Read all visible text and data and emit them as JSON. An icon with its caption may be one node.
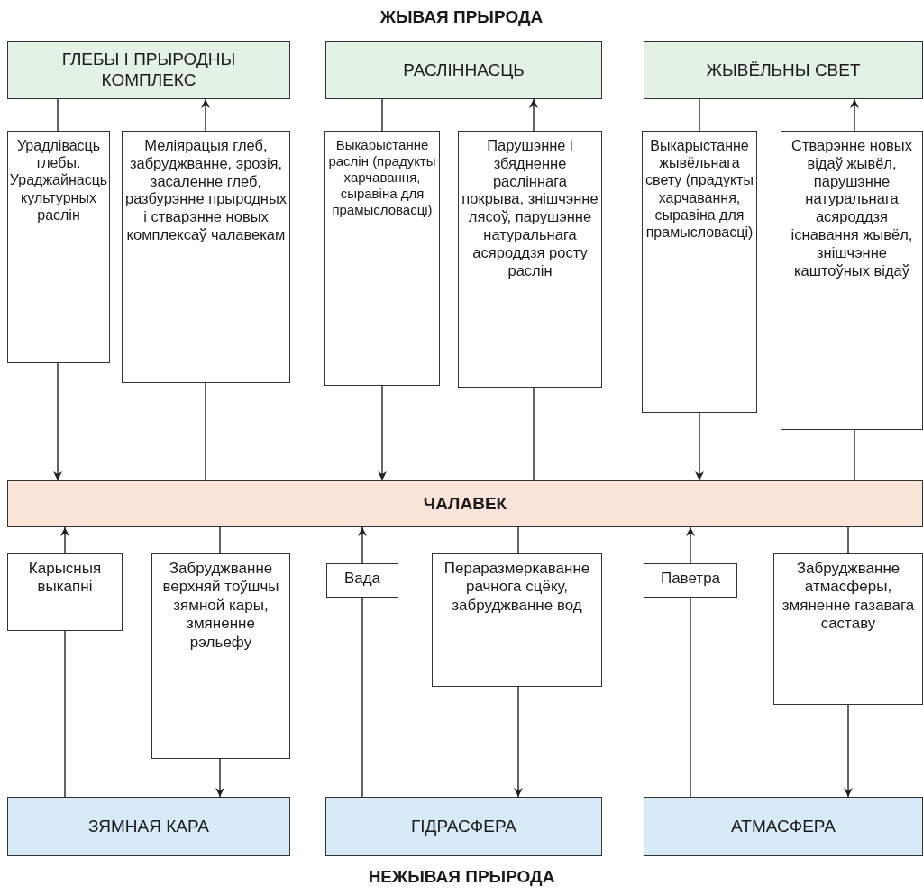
{
  "diagram": {
    "title": "ЖЫВАЯ ПРЫРОДА",
    "nodes": [
      {
        "text": [
          "ГЛЕБЫ І ПРЫРОДНЫ КОМПЛЕКС"
        ]
      },
      {
        "text": [
          "РАСЛІННАСЦЬ"
        ]
      },
      {
        "text": [
          "ЖЫВЁЛЬНЫ СВЕТ"
        ]
      },
      {
        "text": [
          "Урадлівасць глебы. Ураджайнасць культурных раслін"
        ]
      },
      {
        "text": [
          "Меліярацыя глеб, забруджванне, эрозія, засаленне глеб, разбурэнне прыродных і стварэнне новых комплексаў чалавекам"
        ]
      },
      {
        "text": [
          "Выкарыстанне раслін (прадукты харчавання, сыравіна для прамысловасці)"
        ]
      },
      {
        "text": [
          "Парушэнне і збядненне расліннага покрыва, знішчэнне лясоў, парушэнне натуральнага асяроддзя росту раслін"
        ]
      },
      {
        "text": [
          "Выкарыстанне жывёльнага свету (прадукты харчавання, сыравіна для прамысловасці)"
        ]
      },
      {
        "text": [
          "Стварэнне новых відаў жывёл, парушэнне натуральнага асяроддзя існавання жывёл, знішчэнне каштоўных відаў"
        ]
      },
      {
        "text": [
          "ЧАЛАВЕК"
        ]
      },
      {
        "text": [
          "Карысныя выкапні"
        ]
      },
      {
        "text": [
          "Забруджванне верхняй тоўшчы зямной кары, змяненне рэльефу"
        ]
      },
      {
        "text": [
          "Вада"
        ]
      },
      {
        "text": [
          "Пераразмеркаванне рачнога сцёку, забруджванне вод"
        ]
      },
      {
        "text": [
          "Паветра"
        ]
      },
      {
        "text": [
          "Забруджванне атмасферы, змяненне газавага саставу"
        ]
      },
      {
        "text": [
          "ЗЯМНАЯ КАРА"
        ]
      },
      {
        "text": [
          "ГІДРАСФЕРА"
        ]
      },
      {
        "text": [
          "АТМАСФЕРА"
        ]
      }
    ],
    "edges": [
      {
        "from": 0,
        "to": 3,
        "arrow": "none"
      },
      {
        "from": 3,
        "to": 9,
        "arrow": "to"
      },
      {
        "from": 9,
        "to": 4,
        "arrow": "none"
      },
      {
        "from": 4,
        "to": 0,
        "arrow": "to"
      },
      {
        "from": 1,
        "to": 5,
        "arrow": "none"
      },
      {
        "from": 5,
        "to": 9,
        "arrow": "to"
      },
      {
        "from": 9,
        "to": 6,
        "arrow": "none"
      },
      {
        "from": 6,
        "to": 1,
        "arrow": "to"
      },
      {
        "from": 2,
        "to": 7,
        "arrow": "none"
      },
      {
        "from": 7,
        "to": 9,
        "arrow": "to"
      },
      {
        "from": 9,
        "to": 8,
        "arrow": "none"
      },
      {
        "from": 8,
        "to": 2,
        "arrow": "to"
      },
      {
        "from": 16,
        "to": 10,
        "arrow": "none"
      },
      {
        "from": 10,
        "to": 9,
        "arrow": "to"
      },
      {
        "from": 9,
        "to": 11,
        "arrow": "none"
      },
      {
        "from": 11,
        "to": 16,
        "arrow": "to"
      },
      {
        "from": 17,
        "to": 12,
        "arrow": "none"
      },
      {
        "from": 12,
        "to": 9,
        "arrow": "to"
      },
      {
        "from": 9,
        "to": 13,
        "arrow": "none"
      },
      {
        "from": 13,
        "to": 17,
        "arrow": "to"
      },
      {
        "from": 18,
        "to": 14,
        "arrow": "none"
      },
      {
        "from": 14,
        "to": 9,
        "arrow": "to"
      },
      {
        "from": 9,
        "to": 15,
        "arrow": "none"
      },
      {
        "from": 15,
        "to": 18,
        "arrow": "to"
      }
    ],
    "labels": [
      "НЕЖЫВАЯ ПРЫРОДА"
    ]
  }
}
